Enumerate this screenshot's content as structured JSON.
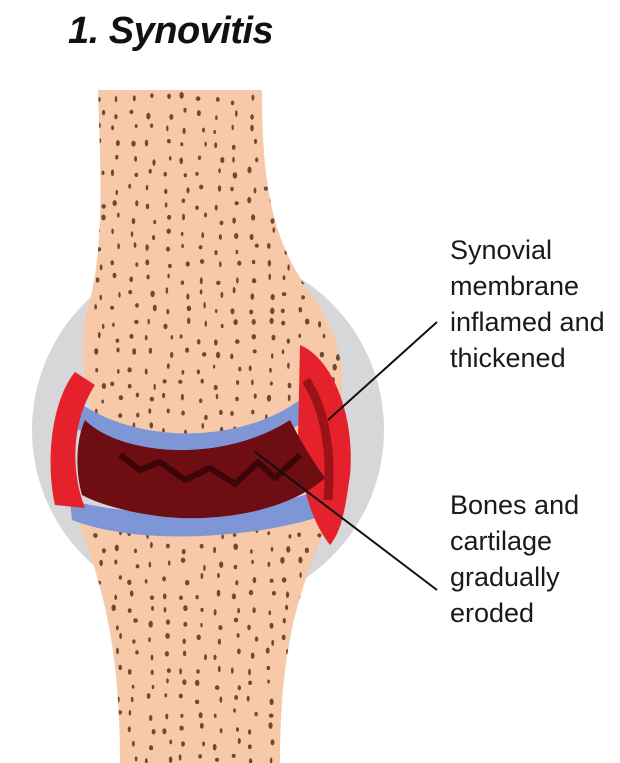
{
  "title": "1. Synovitis",
  "labels": {
    "synovial": [
      "Synovial",
      "membrane",
      "inflamed and",
      "thickened"
    ],
    "bones": [
      "Bones and",
      "cartilage",
      "gradually",
      "eroded"
    ]
  },
  "colors": {
    "bone": "#f7c9a9",
    "bone_dots": "#6b4a36",
    "capsule": "#d7d7d9",
    "cartilage": "#7f96d6",
    "inflamed": "#e5222b",
    "inflamed_dark": "#6e0d12"
  }
}
